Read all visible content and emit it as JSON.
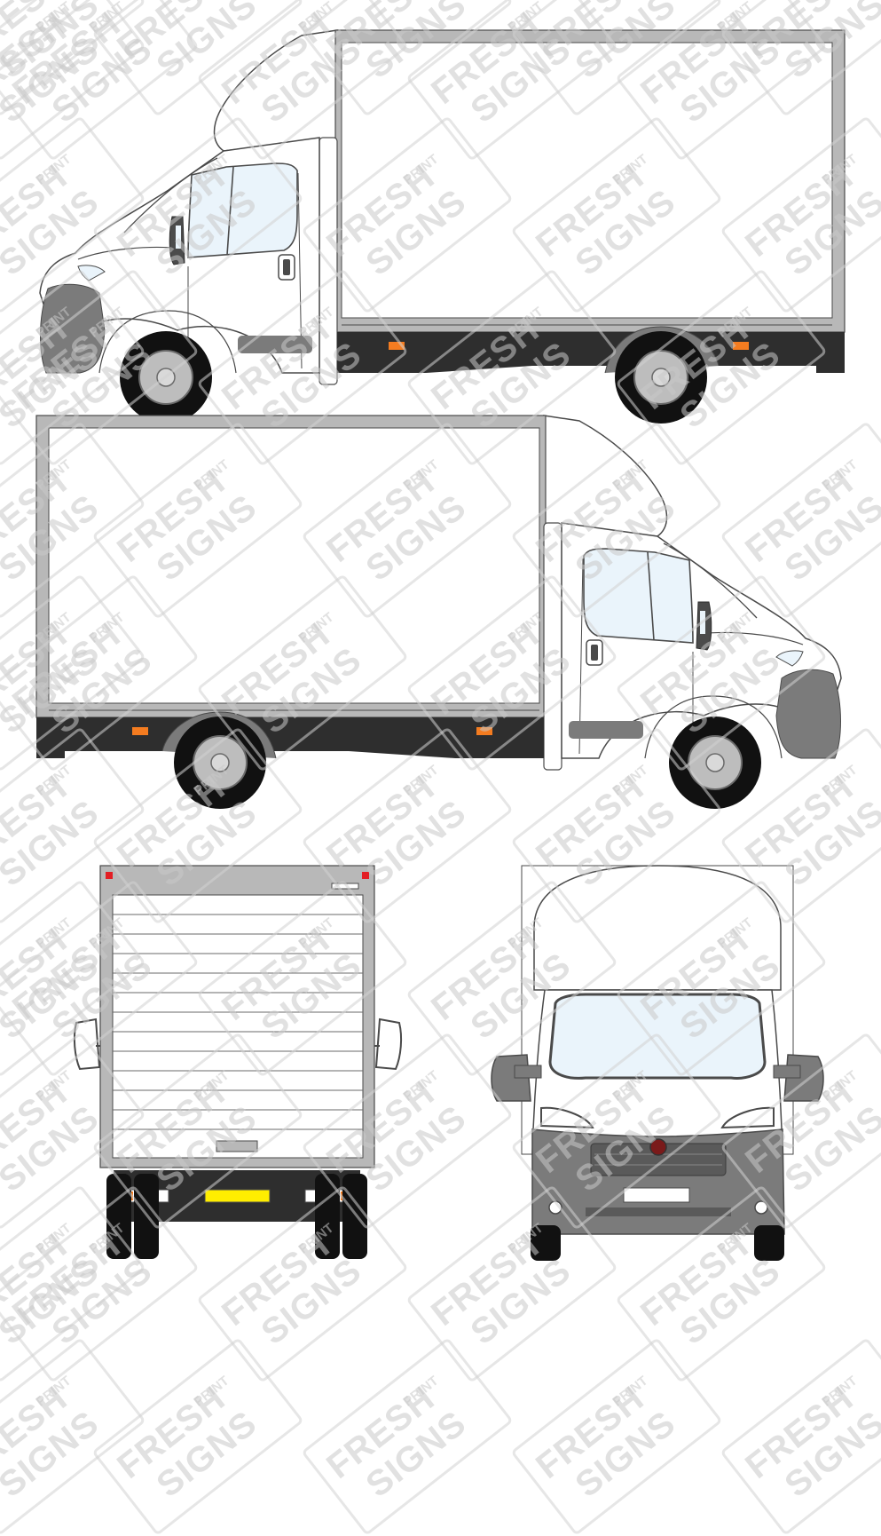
{
  "watermark": {
    "line1": "FRESH",
    "line2": "PRINT",
    "line3": "SIGNS"
  },
  "colors": {
    "background": "#ffffff",
    "outline": "#4a4a4a",
    "box_frame": "#b8b8b8",
    "chassis": "#2e2e2e",
    "bumper": "#7b7b7b",
    "tyre": "#111111",
    "wheel_hub": "#bdbdbd",
    "glass": "#eaf4fb",
    "indicator": "#f47c20",
    "tail_red": "#e31e24",
    "plate_yellow": "#ffee00",
    "watermark": "#cfcfcf"
  }
}
